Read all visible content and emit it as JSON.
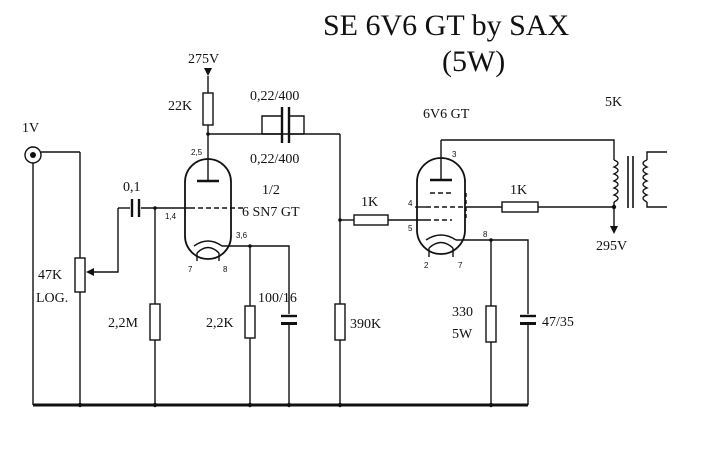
{
  "title": {
    "line1": "SE  6V6 GT  by  SAX",
    "line2": "(5W)"
  },
  "labels": {
    "input": "1V",
    "pot_value": "47K",
    "pot_taper": "LOG.",
    "coupling_cap": "0,1",
    "grid_resistor": "2,2M",
    "supply_275": "275V",
    "plate_resistor": "22K",
    "cap_top": "0,22/400",
    "cap_bottom": "0,22/400",
    "tube1_section": "1/2",
    "tube1_name": "6 SN7 GT",
    "cathode_resistor1": "2,2K",
    "cathode_cap1": "100/16",
    "grid_leak": "390K",
    "grid_stopper": "1K",
    "tube2_name": "6V6 GT",
    "screen_resistor": "1K",
    "transformer": "5K",
    "supply_295": "295V",
    "cathode_resistor2_value": "330",
    "cathode_resistor2_power": "5W",
    "cathode_cap2": "47/35"
  },
  "pins": {
    "t1_plate": "2,5",
    "t1_grid": "1,4",
    "t1_cathode": "3,6",
    "t1_heater_a": "7",
    "t1_heater_b": "8",
    "t2_plate": "3",
    "t2_g1": "5",
    "t2_g2": "4",
    "t2_cathode": "8",
    "t2_heater_a": "2",
    "t2_heater_b": "7"
  }
}
